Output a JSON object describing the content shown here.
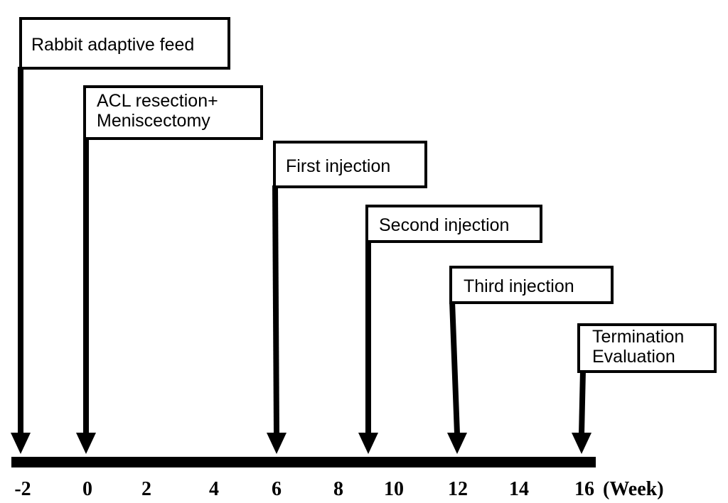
{
  "timeline": {
    "unit_label": "(Week)",
    "ticks": [
      "-2",
      "0",
      "2",
      "4",
      "6",
      "8",
      "10",
      "12",
      "14",
      "16"
    ]
  },
  "events": [
    {
      "id": "adaptive-feed",
      "week": -2,
      "lines": [
        "Rabbit adaptive feed"
      ]
    },
    {
      "id": "surgery",
      "week": 0,
      "lines": [
        "ACL resection+",
        "Meniscectomy"
      ]
    },
    {
      "id": "first-injection",
      "week": 6,
      "lines": [
        "First injection"
      ]
    },
    {
      "id": "second-injection",
      "week": 9,
      "lines": [
        "Second injection"
      ]
    },
    {
      "id": "third-injection",
      "week": 12,
      "lines": [
        "Third injection"
      ]
    },
    {
      "id": "termination",
      "week": 16,
      "lines": [
        "Termination",
        "Evaluation"
      ]
    }
  ]
}
